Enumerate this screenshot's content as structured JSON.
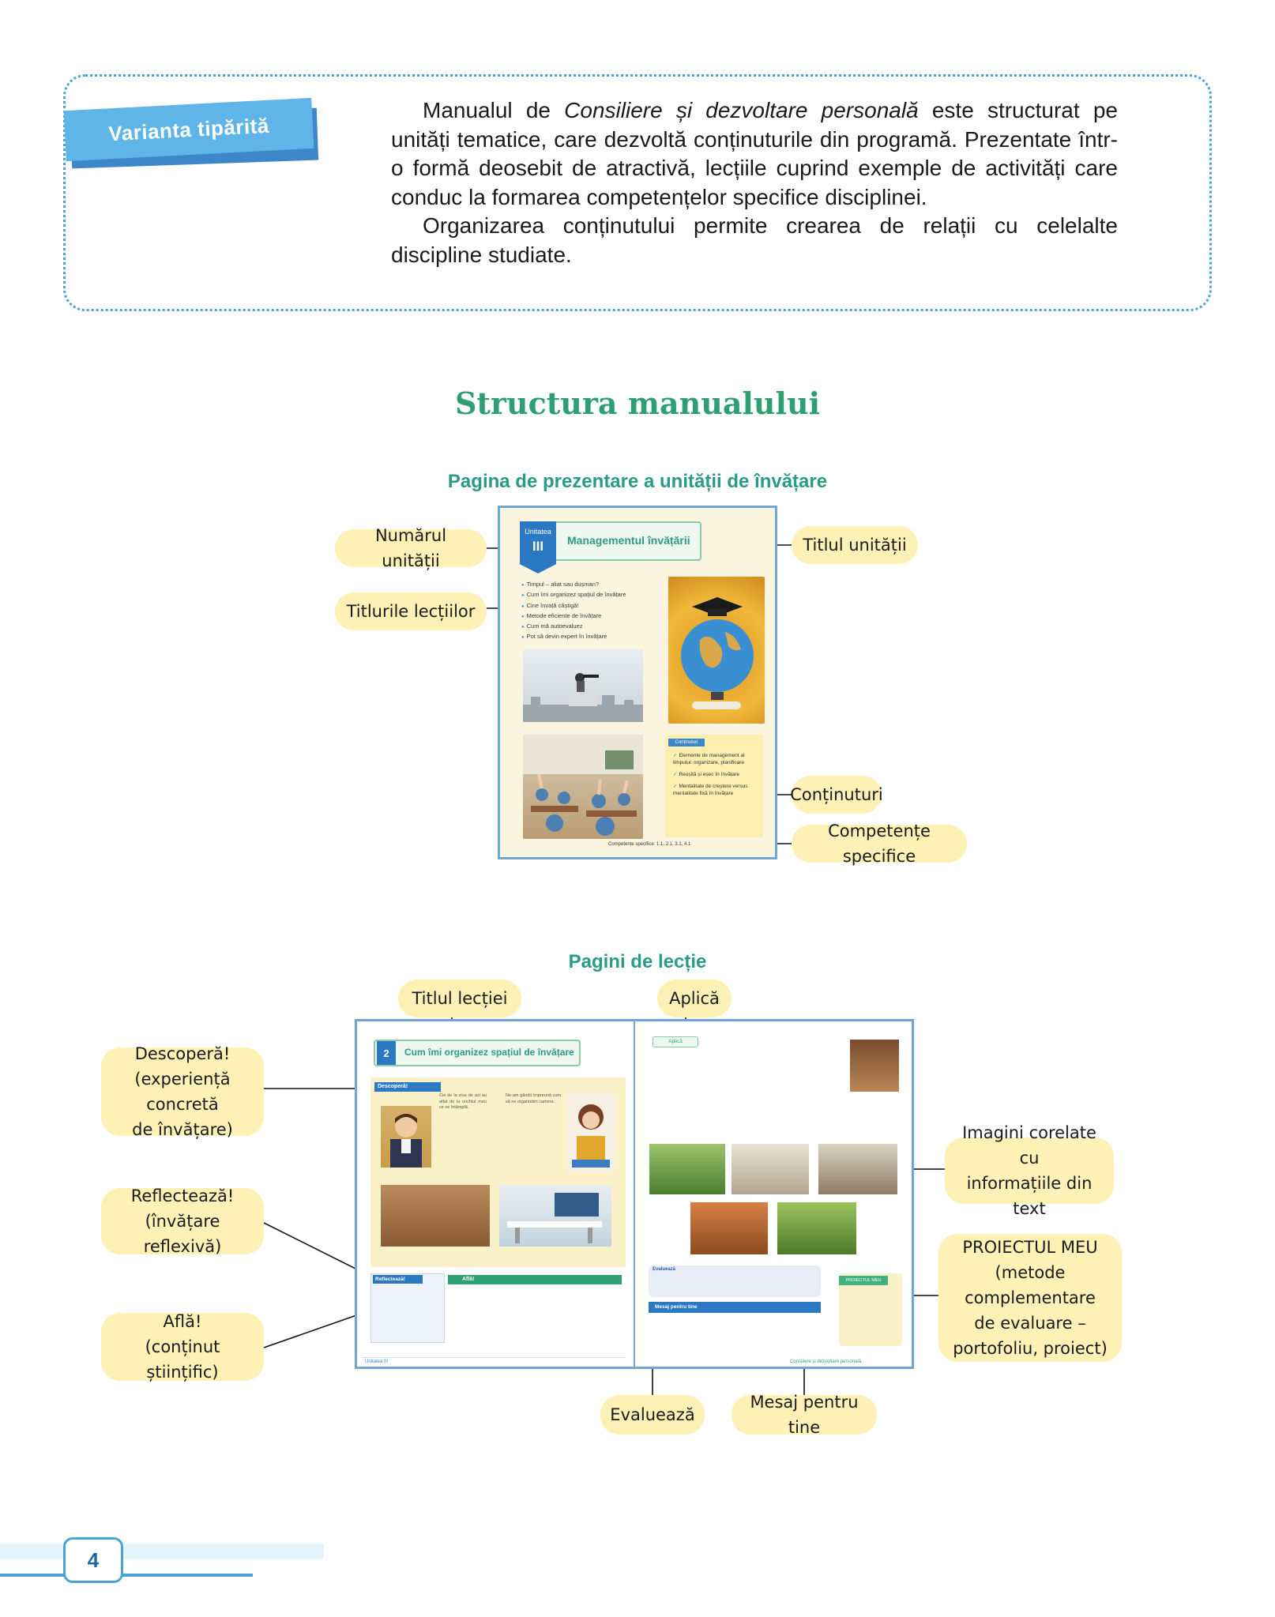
{
  "intro": {
    "tag": "Varianta tipărită",
    "p1_start": "Manualul de ",
    "p1_italic": "Consiliere și dezvoltare personală",
    "p1_end": " este structurat pe unități tematice, care dezvoltă conținuturile din programă. Prezentate într-o formă deosebit de atractivă, lecțiile cuprind exemple de activități care conduc la formarea competențelor specifice disciplinei.",
    "p2": "Organizarea conținutului permite crearea de relații cu celelalte discipline studiate."
  },
  "main_title": "Structura manualului",
  "unit_section": {
    "title": "Pagina de prezentare a unității de învățare",
    "callouts": {
      "unit_number": "Numărul unității",
      "lesson_titles": "Titlurile lecțiilor",
      "unit_title": "Titlul unității",
      "contents": "Conținuturi",
      "competences": "Competențe specifice"
    },
    "mock": {
      "unit_word": "Unitatea",
      "unit_roman": "III",
      "banner": "Managementul învățării",
      "lessons": [
        "Timpul – aliat sau dușman?",
        "Cum îmi organizez spațiul de învățare",
        "Cine învață câștigă!",
        "Metode eficiente de învățare",
        "Cum mă autoevaluez",
        "Pot să devin expert în învățare"
      ],
      "comp_head": "Conținuturi",
      "comp_items": [
        "Elemente de management al timpului: organizare, planificare",
        "Reușită și eșec în învățare",
        "Mentalitate de creștere versus mentalitate fixă în învățare"
      ],
      "footer": "Competențe specifice: 1.1, 2.1, 3.1, 4.1"
    }
  },
  "lesson_section": {
    "title": "Pagini de lecție",
    "callouts": {
      "lesson_title": "Titlul lecției",
      "apply": "Aplică",
      "discover": "Descoperă!\n(experiență concretă\nde învățare)",
      "reflect": "Reflectează!\n(învățare reflexivă)",
      "learn": "Află!\n(conținut științific)",
      "images": "Imagini corelate cu\ninformațiile din text",
      "project": "PROIECTUL MEU\n(metode complementare\nde evaluare –\nportofoliu, proiect)",
      "evaluate": "Evaluează",
      "message": "Mesaj pentru tine"
    },
    "mock": {
      "lesson_num": "2",
      "banner": "Cum îmi organizez spațiul de învățare",
      "discover_tag": "Descoperă!",
      "reflect_tag": "Reflectează!",
      "learn_tag": "Află!",
      "apply_tag": "Aplică",
      "eval_tag": "Evaluează",
      "msg_tag": "Mesaj pentru tine",
      "proj_tag": "PROIECTUL MEU",
      "foot_left": "Unitatea III",
      "foot_right": "Consiliere și dezvoltare personală"
    }
  },
  "page_number": "4",
  "colors": {
    "accent_blue": "#4aa3d6",
    "title_green": "#2e9e73",
    "callout_yellow": "#fdf1b6"
  }
}
